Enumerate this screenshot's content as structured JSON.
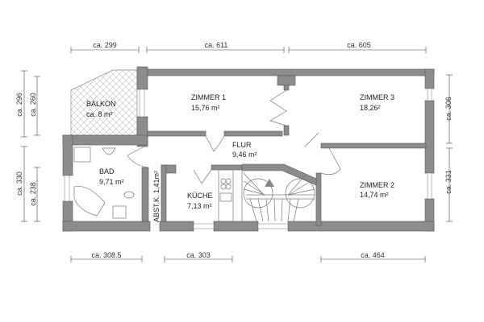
{
  "colors": {
    "wall": "#8c8c8c",
    "background": "#ffffff",
    "line": "#444444"
  },
  "rooms": {
    "zimmer1": {
      "name": "ZIMMER 1",
      "area": "15,76 m²"
    },
    "zimmer3": {
      "name": "ZIMMER 3",
      "area": "18,26²"
    },
    "zimmer2": {
      "name": "ZIMMER 2",
      "area": "14,74 m²"
    },
    "flur": {
      "name": "FLUR",
      "area": "9,46 m²"
    },
    "bad": {
      "name": "BAD",
      "area": "9,71 m²"
    },
    "kueche": {
      "name": "KÜCHE",
      "area": "7,13 m²"
    },
    "balkon": {
      "name": "BALKON",
      "area": "ca. 8 m²"
    },
    "abstk": {
      "label": "ABST.K. 1,41m²"
    }
  },
  "dimensions": {
    "top": [
      "ca. 299",
      "ca. 611",
      "ca. 605"
    ],
    "bottom": [
      "ca. 308.5",
      "ca. 303",
      "ca. 464"
    ],
    "left_outer": [
      "ca. 296",
      "ca. 330"
    ],
    "left_inner": [
      "ca. 260",
      "ca. 238"
    ],
    "right": [
      "ca. 306",
      "ca. 331"
    ]
  }
}
